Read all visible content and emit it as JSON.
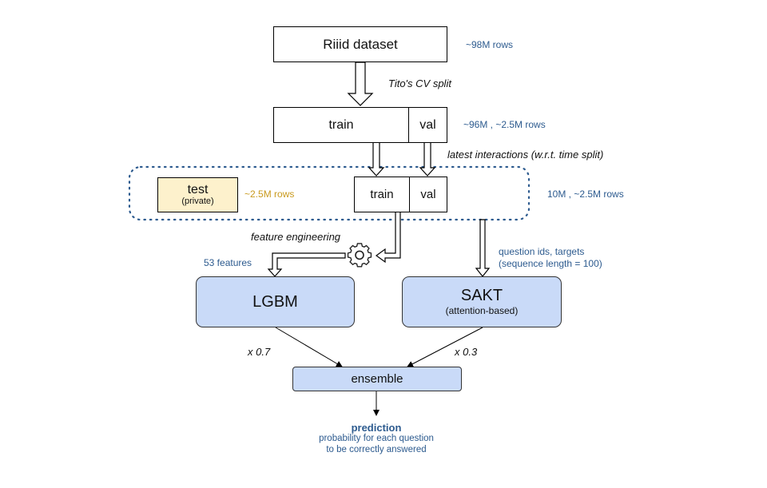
{
  "dataset": {
    "label": "Riiid dataset",
    "rows": "~98M rows"
  },
  "cv_split": {
    "label": "Tito's CV split"
  },
  "split1": {
    "train": "train",
    "val": "val",
    "rows": "~96M , ~2.5M rows"
  },
  "latest": {
    "label": "latest interactions (w.r.t. time split)"
  },
  "test": {
    "title": "test",
    "subtitle": "(private)",
    "rows": "~2.5M rows"
  },
  "split2": {
    "train": "train",
    "val": "val",
    "rows": "10M , ~2.5M rows"
  },
  "feature_engineering": {
    "label": "feature engineering",
    "icon": "gear-icon"
  },
  "features": {
    "label": "53 features"
  },
  "sakt_input": {
    "line1": "question ids, targets",
    "line2": "(sequence length = 100)"
  },
  "lgbm": {
    "label": "LGBM"
  },
  "sakt": {
    "label": "SAKT",
    "subtitle": "(attention-based)"
  },
  "weights": {
    "lgbm": "x 0.7",
    "sakt": "x 0.3"
  },
  "ensemble": {
    "label": "ensemble"
  },
  "prediction": {
    "title": "prediction",
    "line1": "probability for each question",
    "line2": "to be correctly answered"
  },
  "colors": {
    "model_fill": "#c9daf8",
    "test_fill": "#fdf1cc",
    "blue_text": "#2d5b8f",
    "gold_text": "#c99a1e"
  }
}
